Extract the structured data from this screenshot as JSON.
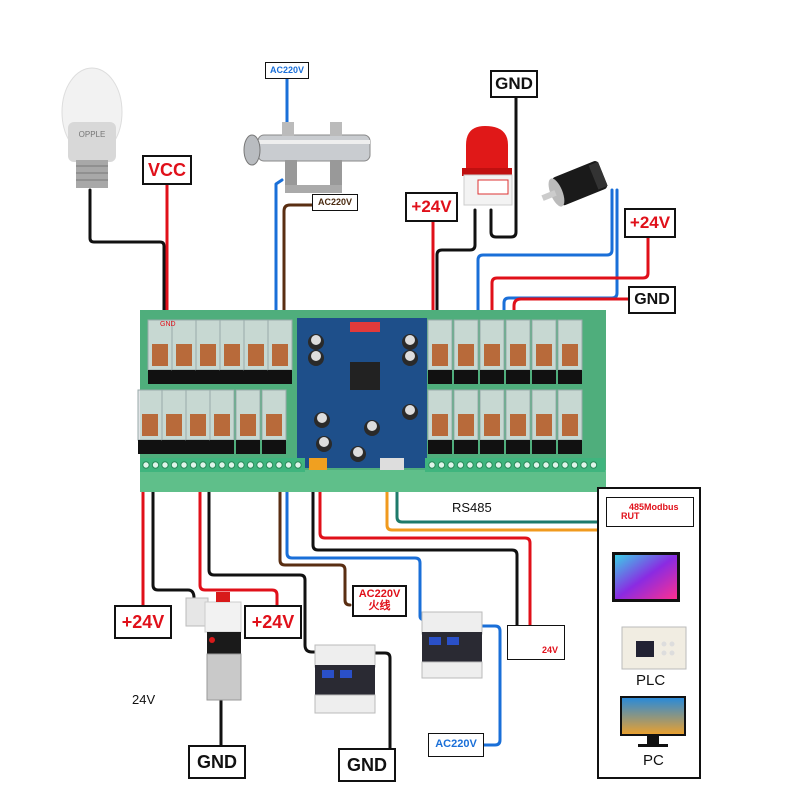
{
  "diagram": {
    "title": "24-channel relay module RS485 wiring diagram",
    "labels": {
      "heater_ac_top": "AC220V",
      "heater_ac_side": "AC220V",
      "vcc": "VCC",
      "gnd_top": "GND",
      "plus24_left_top": "+24V",
      "plus24_right_top": "+24V",
      "gnd_right": "GND",
      "board_gnd_mark": "GND",
      "rs485": "RS485",
      "modbus_line1": "485Modbus",
      "modbus_line2": "RUT",
      "plus24_valve_left": "+24V",
      "plus24_valve_right": "+24V",
      "valve_voltage": "24V",
      "gnd_valve": "GND",
      "gnd_contactor": "GND",
      "ac220_live_line1": "AC220V",
      "ac220_live_line2": "火线",
      "supply_24v": "24V",
      "ac220_bottom": "AC220V",
      "plc": "PLC",
      "pc": "PC",
      "bulb_brand": "OPPLE"
    },
    "devices": [
      {
        "name": "led-bulb",
        "label": "OPPLE"
      },
      {
        "name": "pipe-heater"
      },
      {
        "name": "warning-beacon"
      },
      {
        "name": "dc-motor"
      },
      {
        "name": "relay-board",
        "channels": 24
      },
      {
        "name": "solenoid-valve"
      },
      {
        "name": "ac-contactor-1"
      },
      {
        "name": "ac-contactor-2"
      },
      {
        "name": "touch-screen-hmi"
      },
      {
        "name": "plc-controller",
        "label": "PLC"
      },
      {
        "name": "pc-monitor",
        "label": "PC"
      }
    ],
    "wire_colors": {
      "positive": "#e0101a",
      "ground": "#111111",
      "neutral": "#1a6fd8",
      "live": "#5a2e12",
      "rs485_a": "#1e7a6a",
      "rs485_b": "#f09a1e"
    },
    "board_colors": {
      "pcb": "#1e4f8a",
      "terminal": "#3fb57e",
      "rail": "#5fbf8a"
    }
  }
}
